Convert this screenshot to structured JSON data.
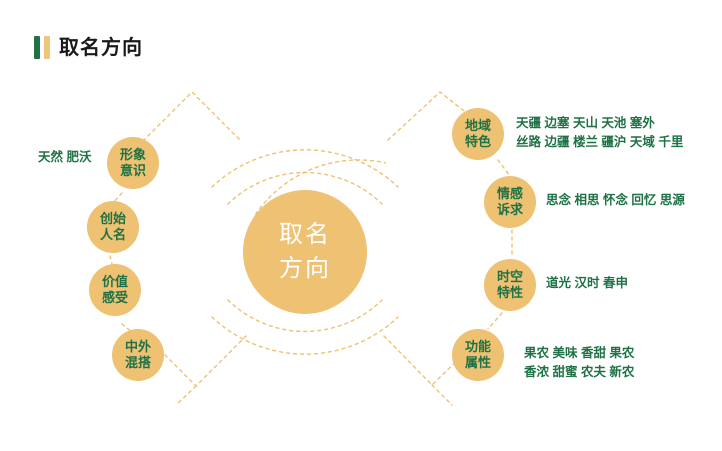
{
  "page": {
    "background_color": "#ffffff",
    "accent_gold": "#eec173",
    "accent_green": "#1f7245",
    "title": "取名方向"
  },
  "header": {
    "title": "取名方向",
    "bars": [
      {
        "name": "green-bar",
        "color": "#1f7245"
      },
      {
        "name": "gold-bar",
        "color": "#efc679"
      }
    ]
  },
  "center": {
    "label_line1": "取名",
    "label_line2": "方向",
    "text_color": "#ffffff",
    "fill_color": "#eec173"
  },
  "left_branches": [
    {
      "line1": "形象",
      "line2": "意识"
    },
    {
      "line1": "创始",
      "line2": "人名"
    },
    {
      "line1": "价值",
      "line2": "感受"
    },
    {
      "line1": "中外",
      "line2": "混搭"
    }
  ],
  "right_branches": [
    {
      "line1": "地域",
      "line2": "特色"
    },
    {
      "line1": "情感",
      "line2": "诉求"
    },
    {
      "line1": "时空",
      "line2": "特性"
    },
    {
      "line1": "功能",
      "line2": "属性"
    }
  ],
  "keywords": {
    "left_top": {
      "rows": [
        "天然  肥沃"
      ]
    },
    "diyu_tese": {
      "rows": [
        "天疆  边塞   天山   天池  塞外",
        "丝路  边疆   楼兰   疆沪  天域  千里"
      ]
    },
    "qinggan_suqiu": {
      "rows": [
        "思念   相思  怀念  回忆  思源"
      ]
    },
    "shikong_texing": {
      "rows": [
        "道光  汉时  春申"
      ]
    },
    "gongneng_shuxing": {
      "rows": [
        "果农   美味   香甜   果农",
        "香浓   甜蜜   农夫   新农"
      ]
    }
  }
}
